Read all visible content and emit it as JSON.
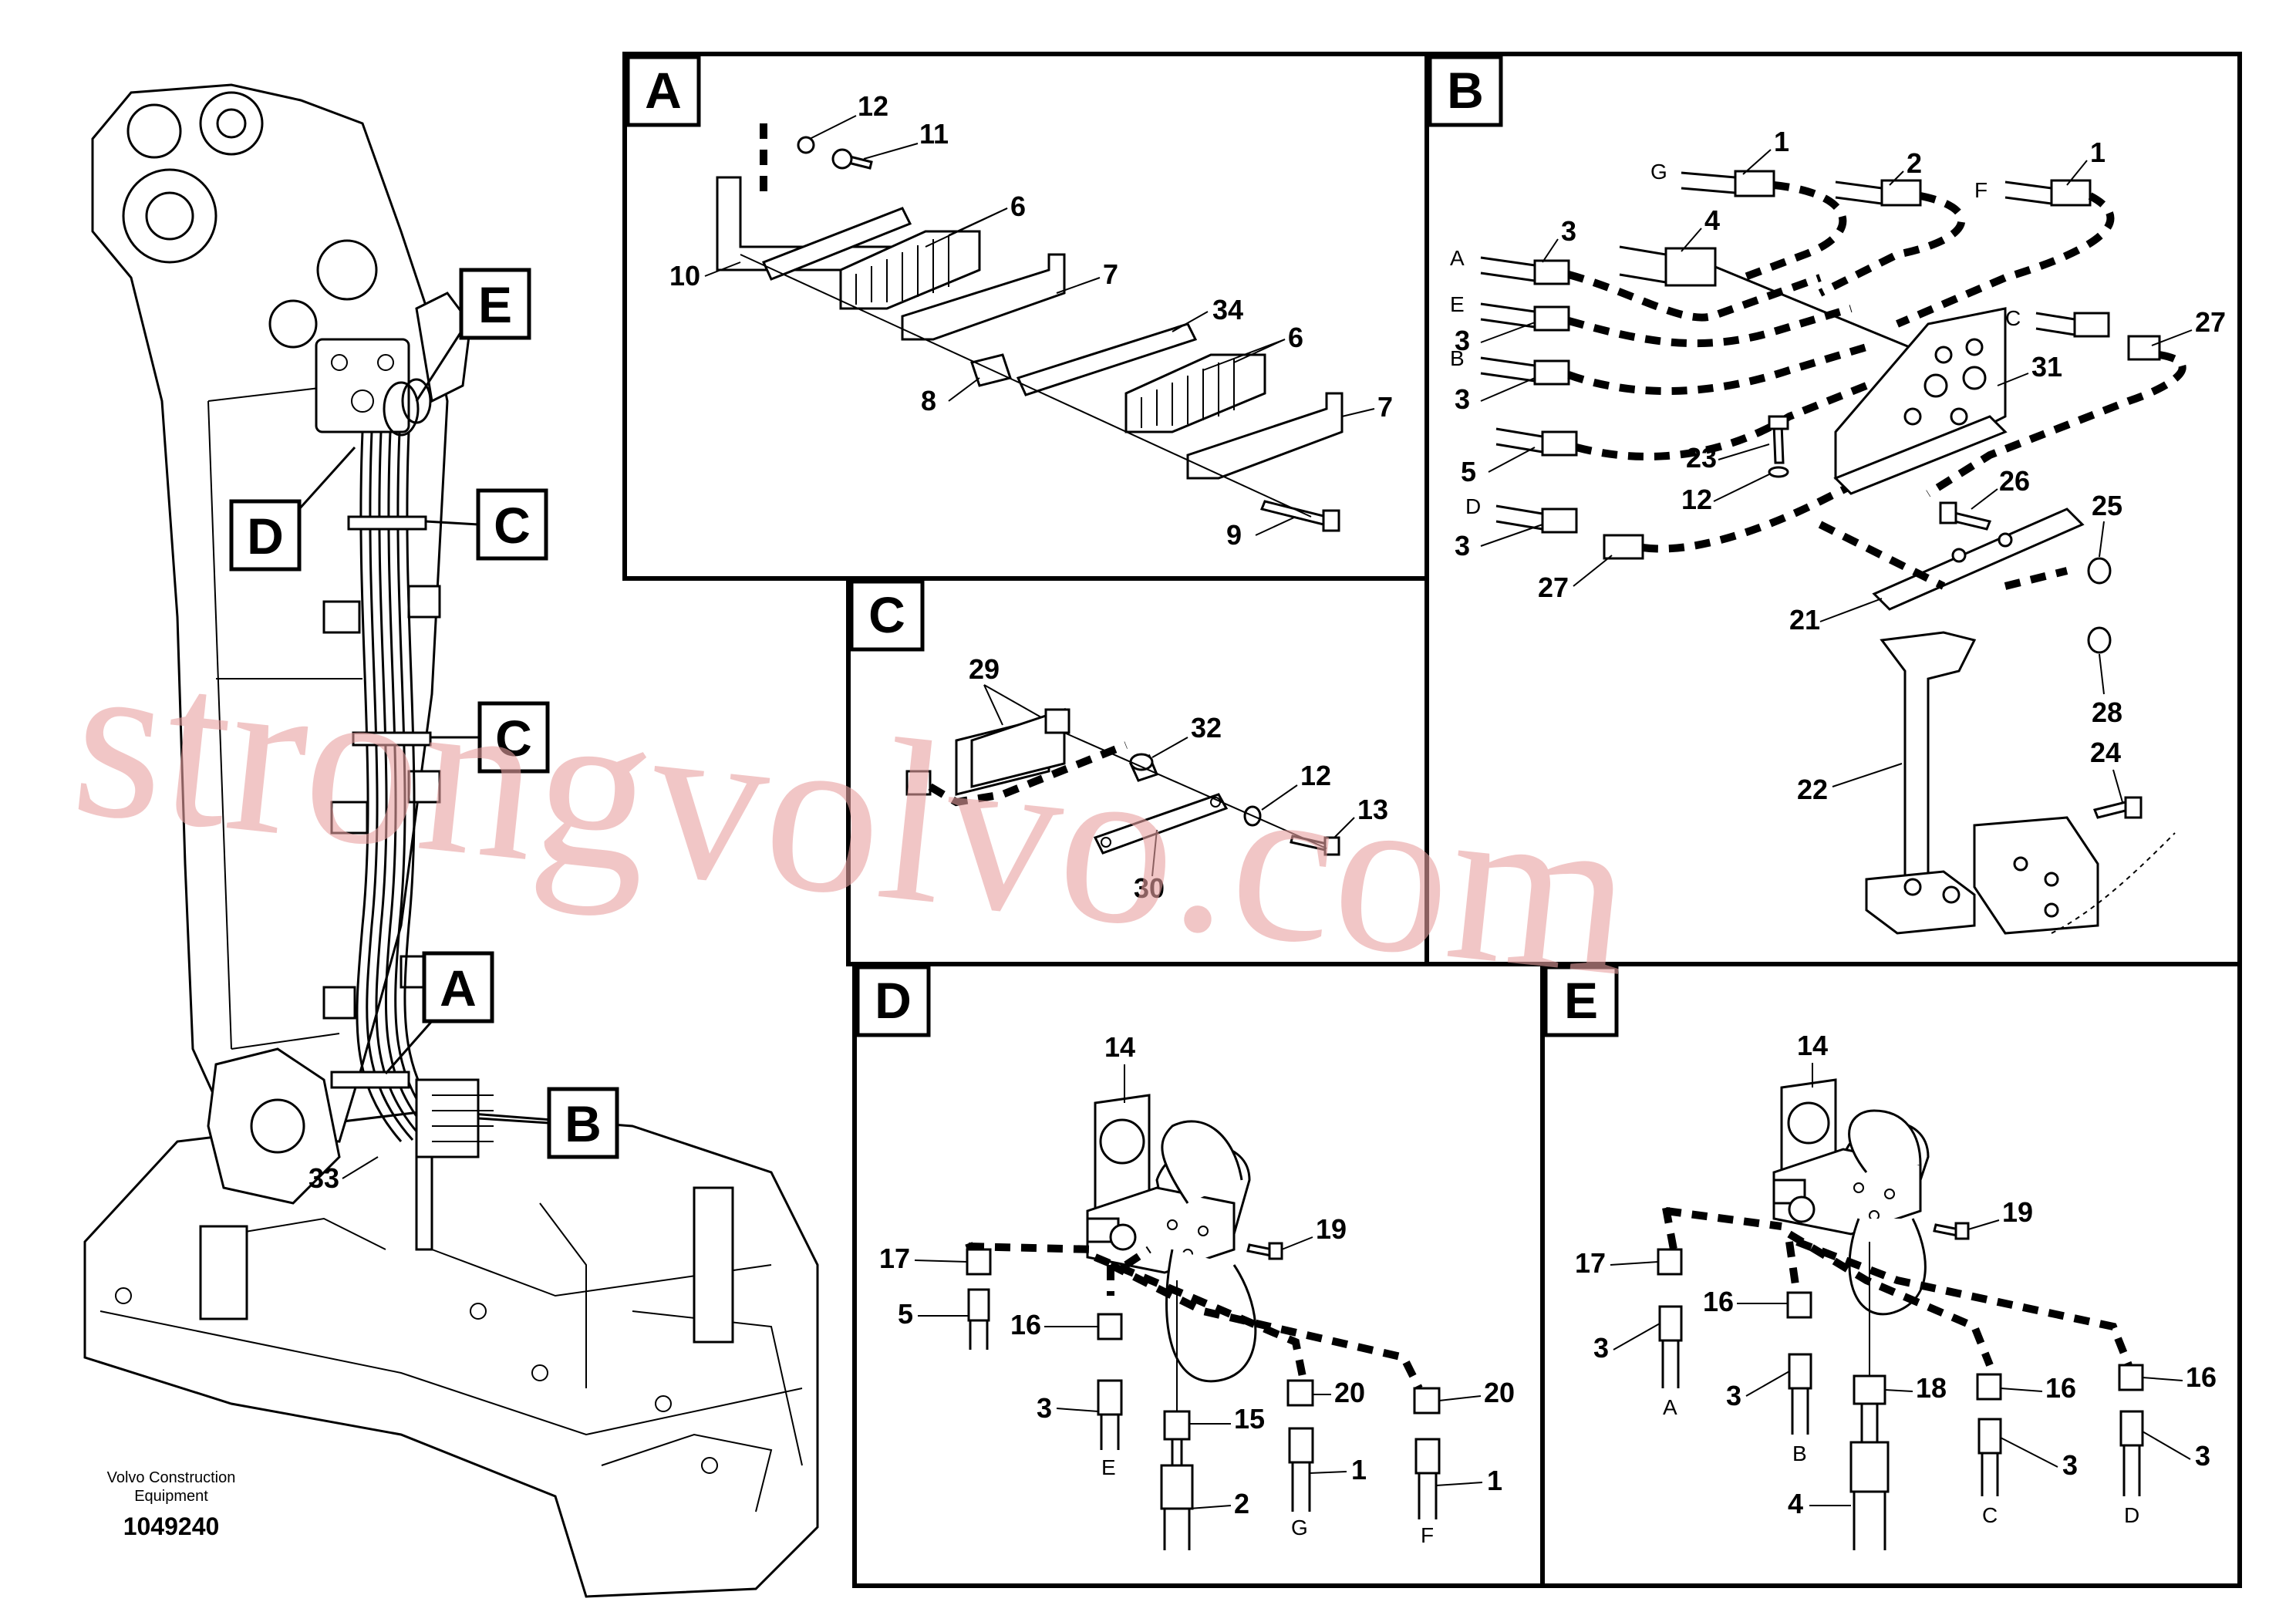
{
  "footer": {
    "company_line1": "Volvo Construction",
    "company_line2": "Equipment",
    "drawing_number": "1049240"
  },
  "watermark": "strongvolvo.com",
  "boom": {
    "callouts": [
      "E",
      "D",
      "C",
      "C",
      "A",
      "B"
    ],
    "part_label": "33"
  },
  "panel_a": {
    "letter": "A",
    "labels": [
      "12",
      "11",
      "6",
      "10",
      "7",
      "34",
      "6",
      "8",
      "7",
      "9"
    ]
  },
  "panel_b": {
    "letter": "B",
    "labels": [
      "1",
      "2",
      "1",
      "3",
      "4",
      "3",
      "3",
      "27",
      "31",
      "5",
      "23",
      "12",
      "26",
      "25",
      "3",
      "27",
      "21",
      "28",
      "22",
      "24"
    ],
    "letters": [
      "G",
      "F",
      "A",
      "E",
      "C",
      "B",
      "D"
    ]
  },
  "panel_c": {
    "letter": "C",
    "labels": [
      "29",
      "32",
      "12",
      "13",
      "30"
    ]
  },
  "panel_d": {
    "letter": "D",
    "labels": [
      "14",
      "19",
      "17",
      "5",
      "16",
      "20",
      "20",
      "3",
      "15",
      "1",
      "1",
      "2"
    ],
    "letters": [
      "E",
      "G",
      "F"
    ]
  },
  "panel_e": {
    "letter": "E",
    "labels": [
      "14",
      "19",
      "17",
      "3",
      "16",
      "16",
      "16",
      "3",
      "18",
      "3",
      "3",
      "4"
    ],
    "letters": [
      "A",
      "B",
      "C",
      "D"
    ]
  }
}
